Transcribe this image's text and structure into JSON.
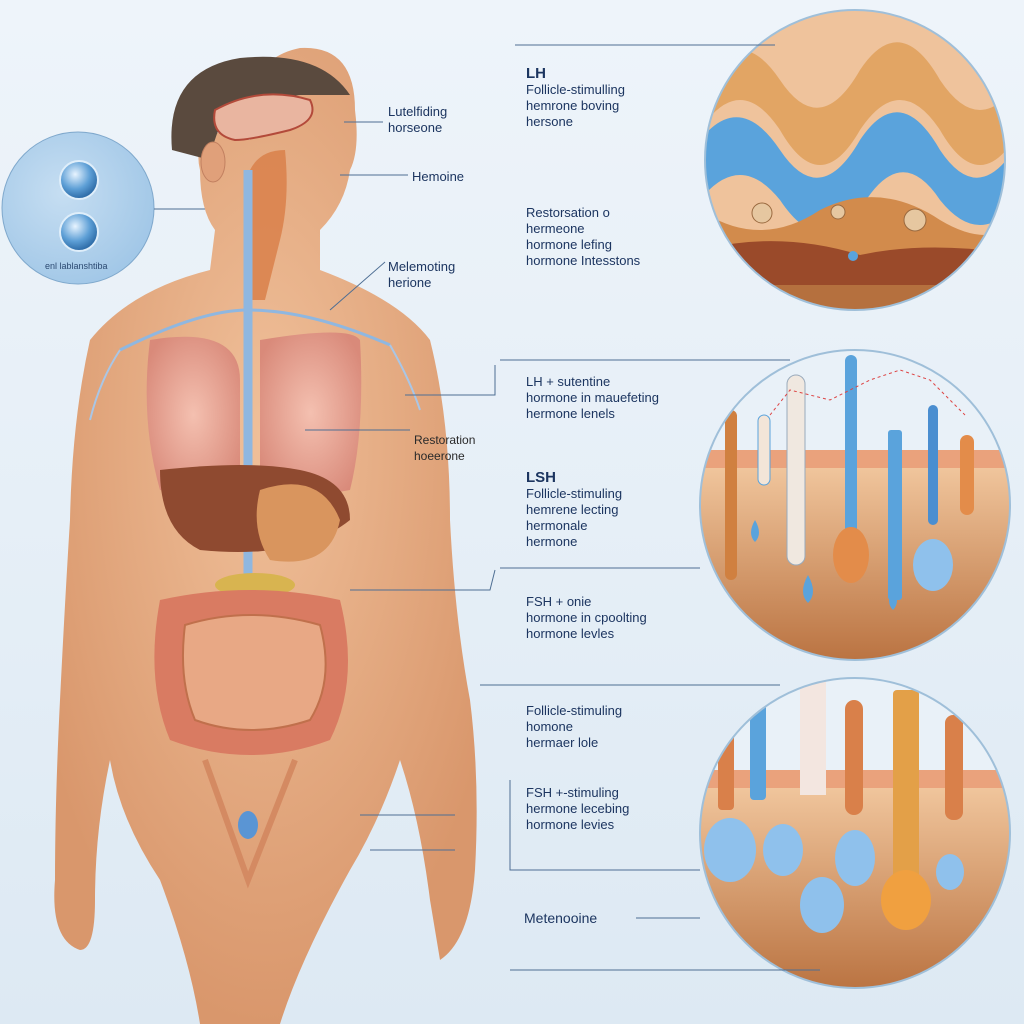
{
  "diagram": {
    "title_visible": false,
    "subject": "Human torso anatomy with hormone callouts",
    "colors": {
      "background": "#e8f0f7",
      "label_text": "#1c3560",
      "leader_line": "#4e6e93",
      "skin": "#e0a57c",
      "vessel_blue": "#8fb7e0",
      "lung_pink": "#e8a99a",
      "intestine": "#e0a080",
      "tissue_blue": "#5aa3dc",
      "tissue_orange": "#d98a4c"
    }
  },
  "inset_circle": {
    "caption": "enl lablanshtiba",
    "icons": [
      "hormone-sphere-icon",
      "hormone-sphere-icon"
    ]
  },
  "body_labels": [
    {
      "id": "head-1",
      "lines": [
        "Lutelfiding",
        "horseone"
      ]
    },
    {
      "id": "nose",
      "lines": [
        "Hemoine"
      ]
    },
    {
      "id": "neck",
      "lines": [
        "Melemoting",
        "herione"
      ]
    },
    {
      "id": "lung",
      "lines": [
        "Restoration",
        "hoeerone"
      ]
    }
  ],
  "callouts": [
    {
      "id": "c1",
      "lines": [
        "LH",
        "Follicle-stimulling",
        "hemrone boving",
        "hersone"
      ]
    },
    {
      "id": "c2",
      "lines": [
        "Restorsation o",
        "hermeone",
        "hormone lefing",
        "hormone Intesstons"
      ]
    },
    {
      "id": "c3",
      "lines": [
        "LH + sutentine",
        "hormone in mauefeting",
        "hermone lenels"
      ]
    },
    {
      "id": "c4",
      "lines": [
        "LSH",
        "Follicle-stimuling",
        "hemrene lecting",
        "hermonale",
        "hermone"
      ]
    },
    {
      "id": "c5",
      "lines": [
        "FSH + onie",
        "hormone in cpoolting",
        "hormone levles"
      ]
    },
    {
      "id": "c6",
      "lines": [
        "Follicle-stimuling",
        "homone",
        "hermaer lole"
      ]
    },
    {
      "id": "c7",
      "lines": [
        "FSH +-stimuling",
        "hermone lecebing",
        "hormone levies"
      ]
    },
    {
      "id": "c8",
      "lines": [
        "Metenooine"
      ]
    }
  ],
  "detail_circles": [
    {
      "id": "skin-layers",
      "content": "wavy skin layers with blue band and follicles"
    },
    {
      "id": "thermometers-1",
      "content": "measurement tubes and droplets in tissue"
    },
    {
      "id": "thermometers-2",
      "content": "measurement tubes and droplets in tissue"
    }
  ]
}
